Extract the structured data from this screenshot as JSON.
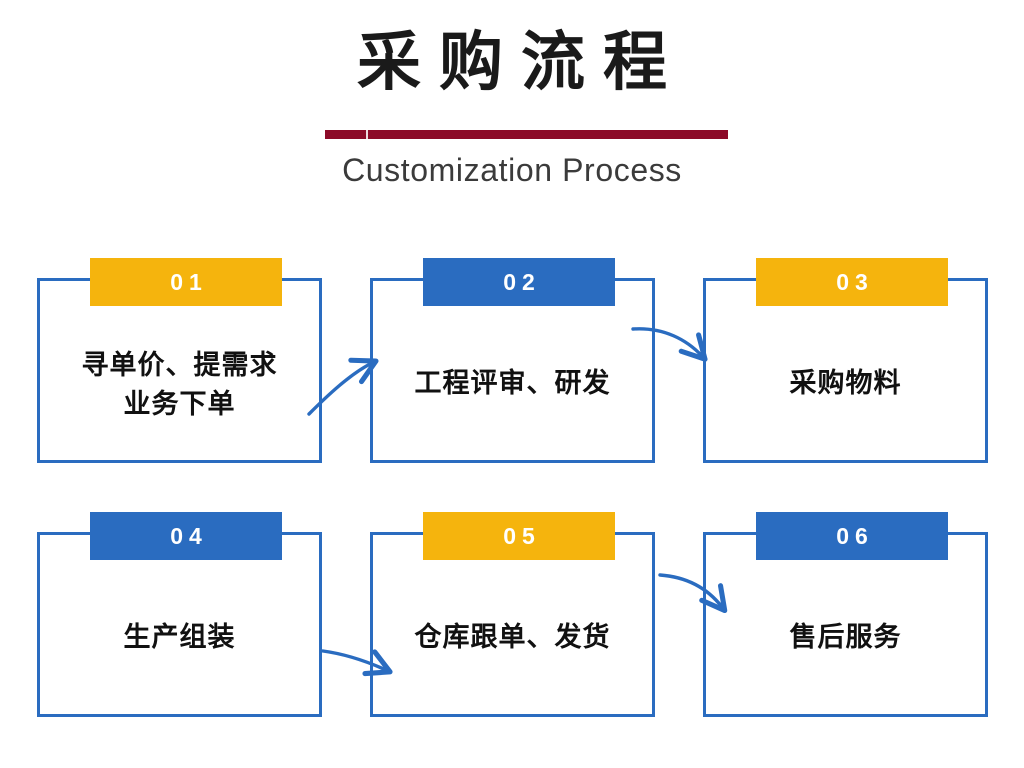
{
  "header": {
    "title_cn": "采购流程",
    "subtitle_en": "Customization Process",
    "rule_color": "#8c0a28"
  },
  "palette": {
    "orange": "#f5b40d",
    "blue": "#2a6cc0",
    "dark_red": "#8c0a28",
    "text": "#111111",
    "background": "#ffffff"
  },
  "flow": {
    "steps": [
      {
        "number": "01",
        "badge_color": "orange",
        "text": "寻单价、提需求\n业务下单"
      },
      {
        "number": "02",
        "badge_color": "blue",
        "text": "工程评审、研发"
      },
      {
        "number": "03",
        "badge_color": "orange",
        "text": "采购物料"
      },
      {
        "number": "04",
        "badge_color": "blue",
        "text": "生产组装"
      },
      {
        "number": "05",
        "badge_color": "orange",
        "text": "仓库跟单、发货"
      },
      {
        "number": "06",
        "badge_color": "blue",
        "text": "售后服务"
      }
    ],
    "connectors": [
      {
        "from": "01",
        "to": "02",
        "direction": "up-right"
      },
      {
        "from": "02",
        "to": "03",
        "direction": "down-right"
      },
      {
        "from": "04",
        "to": "05",
        "direction": "down-right"
      },
      {
        "from": "05",
        "to": "06",
        "direction": "down-right"
      }
    ]
  }
}
